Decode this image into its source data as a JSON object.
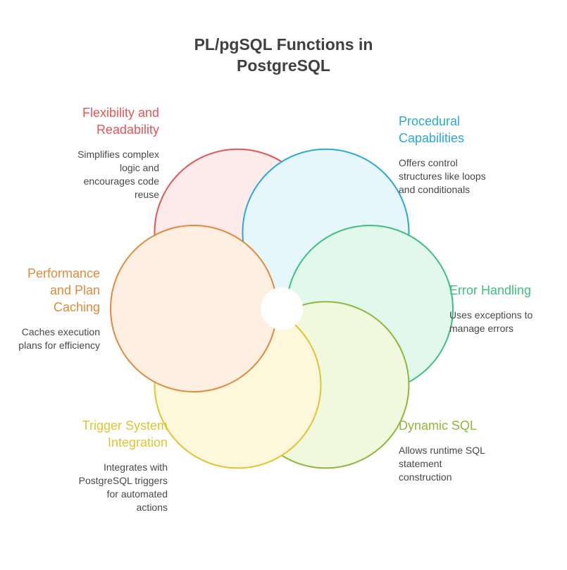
{
  "title_lines": [
    "PL/pgSQL Functions in",
    "PostgreSQL"
  ],
  "items": [
    {
      "heading_lines": [
        "Flexibility and",
        "Readability"
      ],
      "desc_lines": [
        "Simplifies complex",
        "logic and",
        "encourages code",
        "reuse"
      ],
      "color": "#e0575a",
      "fill": "#fdeaea"
    },
    {
      "heading_lines": [
        "Procedural",
        "Capabilities"
      ],
      "desc_lines": [
        "Offers control",
        "structures like loops",
        "and conditionals"
      ],
      "color": "#29a9d3",
      "fill": "#e6f7fc"
    },
    {
      "heading_lines": [
        "Error Handling"
      ],
      "desc_lines": [
        "Uses exceptions to",
        "manage errors"
      ],
      "color": "#3dbf7e",
      "fill": "#e2f8ec"
    },
    {
      "heading_lines": [
        "Dynamic SQL"
      ],
      "desc_lines": [
        "Allows runtime SQL",
        "statement",
        "construction"
      ],
      "color": "#8db83a",
      "fill": "#f0f8de"
    },
    {
      "heading_lines": [
        "Trigger System",
        "Integration"
      ],
      "desc_lines": [
        "Integrates with",
        "PostgreSQL triggers",
        "for automated",
        "actions"
      ],
      "color": "#e0c531",
      "fill": "#fdf8dc"
    },
    {
      "heading_lines": [
        "Performance",
        "and Plan",
        "Caching"
      ],
      "desc_lines": [
        "Caches execution",
        "plans for efficiency"
      ],
      "color": "#e08a3c",
      "fill": "#fdefe2"
    }
  ]
}
